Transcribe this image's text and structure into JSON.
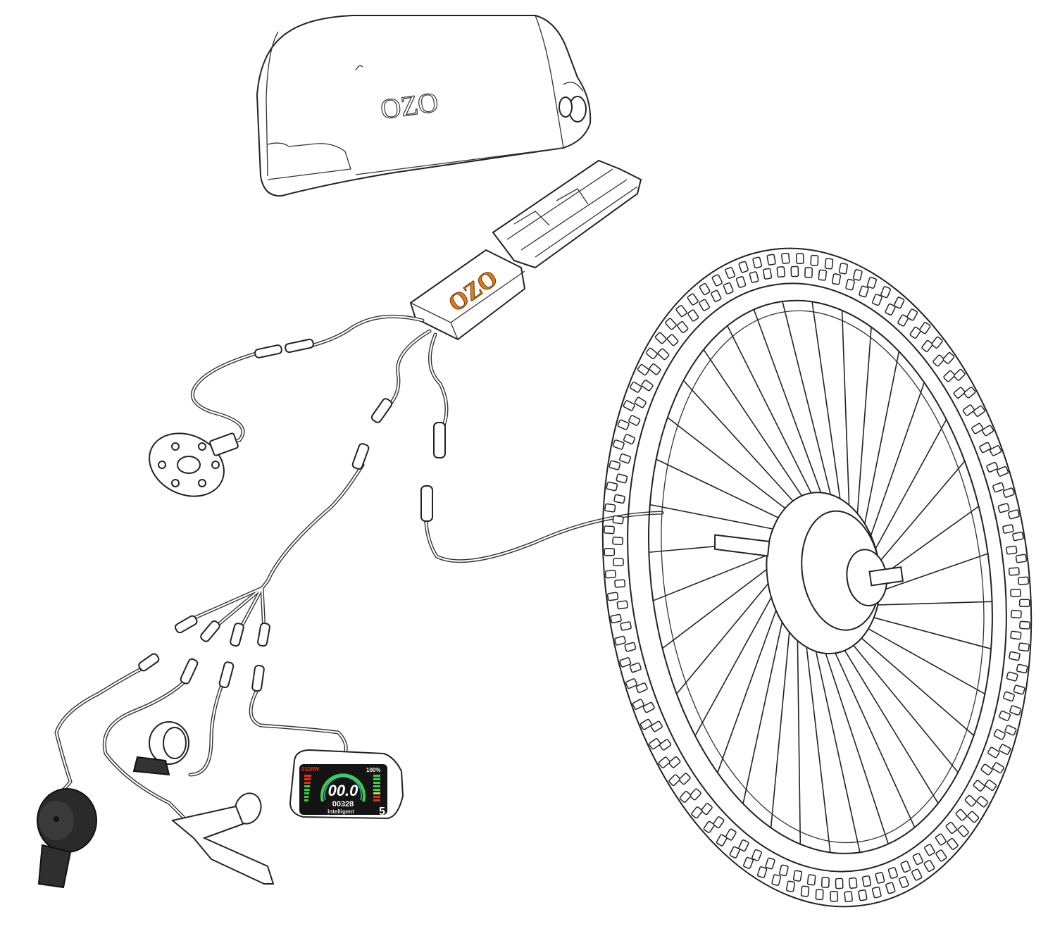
{
  "title": "E-bike conversion kit components",
  "battery": {
    "logo": "OZO"
  },
  "controller": {
    "logo": "OZO",
    "logo_color": "#e07a14"
  },
  "display": {
    "power": "0328W",
    "battery_percent": "100%",
    "speed": "00.0",
    "odometer": "00328",
    "mode": "Intelligent",
    "assist_level": "5",
    "colors": {
      "green": "#3ad04a",
      "red": "#e03020",
      "yellow": "#e8d030",
      "cyan": "#40c0d0"
    }
  },
  "wheel": {
    "spoke_count": 36
  }
}
